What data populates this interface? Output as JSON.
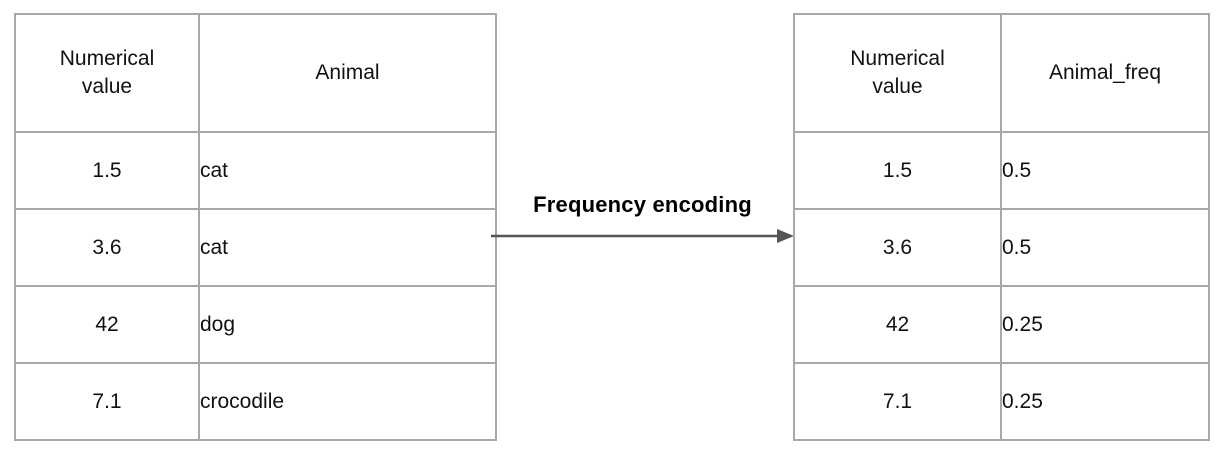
{
  "colors": {
    "border": "#a8a8a8",
    "arrow": "#555555",
    "text": "#111111",
    "background": "#ffffff"
  },
  "transform": {
    "label": "Frequency encoding"
  },
  "left_table": {
    "headers": [
      "Numerical value",
      "Animal"
    ],
    "rows": [
      [
        "1.5",
        "cat"
      ],
      [
        "3.6",
        "cat"
      ],
      [
        "42",
        "dog"
      ],
      [
        "7.1",
        "crocodile"
      ]
    ]
  },
  "right_table": {
    "headers": [
      "Numerical value",
      "Animal_freq"
    ],
    "rows": [
      [
        "1.5",
        "0.5"
      ],
      [
        "3.6",
        "0.5"
      ],
      [
        "42",
        "0.25"
      ],
      [
        "7.1",
        "0.25"
      ]
    ]
  }
}
